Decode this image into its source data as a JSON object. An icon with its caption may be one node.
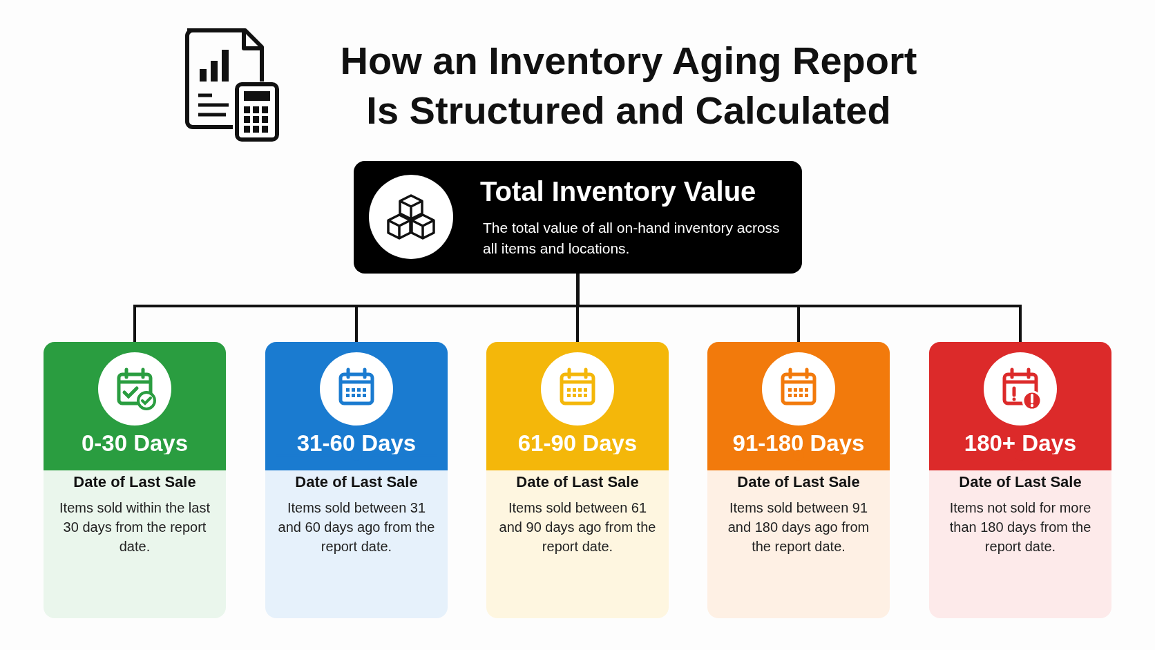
{
  "diagram": {
    "title": "How an Inventory Aging Report Is Structured and Calculated",
    "nodes": [
      {
        "text": [
          "Total Inventory Value",
          "The total value of all on-hand inventory across all items and locations."
        ]
      },
      {
        "text": [
          "0-30 Days",
          "Date of Last Sale",
          "Items sold within the last 30 days from the report date."
        ]
      },
      {
        "text": [
          "31-60 Days",
          "Date of Last Sale",
          "Items sold between 31 and 60 days ago from the report date."
        ]
      },
      {
        "text": [
          "61-90 Days",
          "Date of Last Sale",
          "Items sold between 61 and 90 days ago from the report date."
        ]
      },
      {
        "text": [
          "91-180 Days",
          "Date of Last Sale",
          "Items sold between 91 and 180 days ago from the report date."
        ]
      },
      {
        "text": [
          "180+ Days",
          "Date of Last Sale",
          "Items not sold for more than 180 days from the report date."
        ]
      }
    ],
    "edges": [
      {
        "from": 0,
        "to": 1,
        "arrow": "none"
      },
      {
        "from": 0,
        "to": 2,
        "arrow": "none"
      },
      {
        "from": 0,
        "to": 3,
        "arrow": "none"
      },
      {
        "from": 0,
        "to": 4,
        "arrow": "none"
      },
      {
        "from": 0,
        "to": 5,
        "arrow": "none"
      }
    ]
  }
}
